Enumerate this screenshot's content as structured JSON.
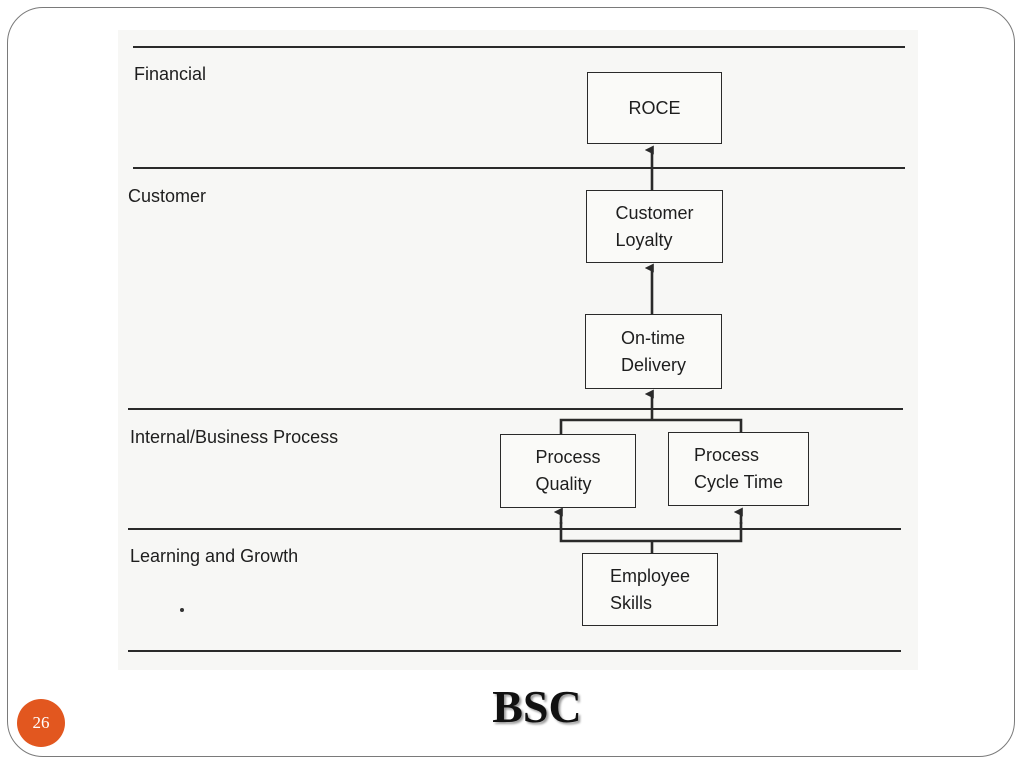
{
  "slide": {
    "title": "BSC",
    "page_number": "26"
  },
  "perspectives": [
    {
      "label": "Financial"
    },
    {
      "label": "Customer"
    },
    {
      "label": "Internal/Business Process"
    },
    {
      "label": "Learning and Growth"
    }
  ],
  "nodes": {
    "roce": "ROCE",
    "customer_loyalty": "Customer\nLoyalty",
    "on_time_delivery": "On-time\nDelivery",
    "process_quality": "Process\nQuality",
    "process_cycle_time": "Process\nCycle Time",
    "employee_skills": "Employee\nSkills"
  },
  "colors": {
    "lines": "#2a2a2a",
    "page_badge": "#e2571f"
  }
}
